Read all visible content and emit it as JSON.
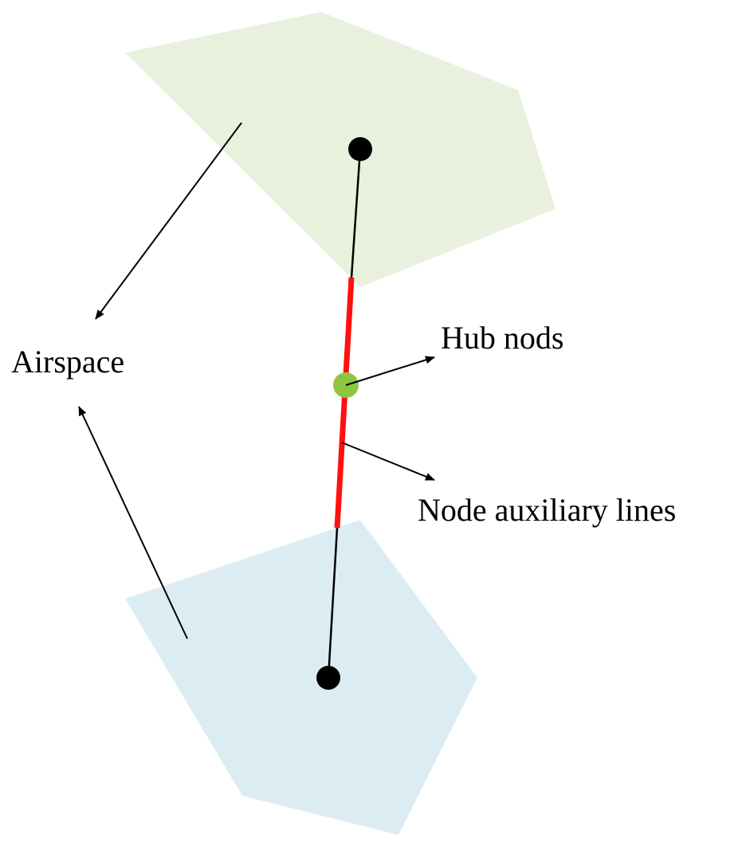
{
  "labels": {
    "airspace": "Airspace",
    "hub": "Hub nods",
    "auxiliary": "Node auxiliary lines"
  },
  "colors": {
    "upper_airspace_fill": "#e9f0de",
    "lower_airspace_fill": "#dbedf2",
    "route_line": "#000000",
    "auxiliary_line": "#ff1010",
    "hub_node": "#8dc63f",
    "endpoint_node": "#000000",
    "arrow": "#000000"
  }
}
